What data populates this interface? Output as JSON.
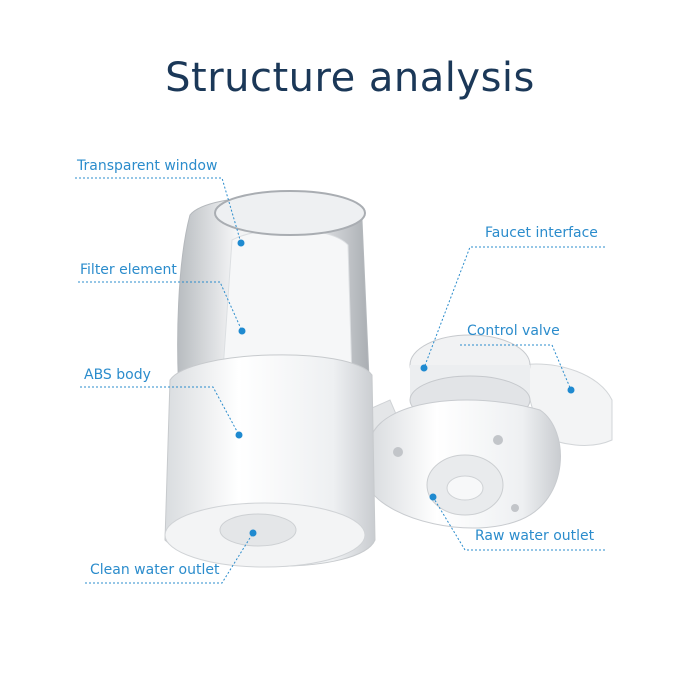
{
  "title": "Structure analysis",
  "labels": {
    "transparent_window": "Transparent window",
    "filter_element": "Filter element",
    "abs_body": "ABS body",
    "clean_water_outlet": "Clean water outlet",
    "faucet_interface": "Faucet interface",
    "control_valve": "Control valve",
    "raw_water_outlet": "Raw water outlet"
  },
  "colors": {
    "title": "#1b3858",
    "accent": "#2b8ccc"
  }
}
